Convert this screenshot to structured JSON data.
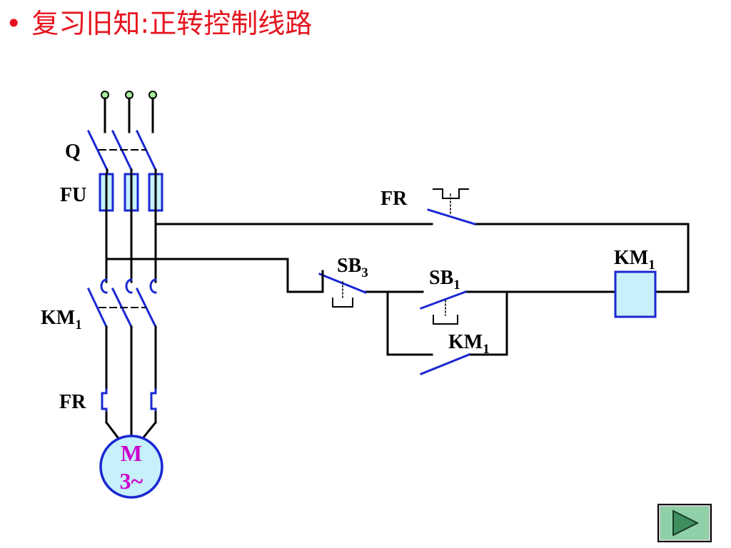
{
  "slide": {
    "bullet": "•",
    "title": "复习旧知:正转控制线路"
  },
  "diagram": {
    "labels": {
      "q": "Q",
      "fu": "FU",
      "km1_main": "KM",
      "km1_main_sub": "1",
      "fr_main": "FR",
      "fr_ctrl": "FR",
      "sb3": "SB",
      "sb3_sub": "3",
      "sb1": "SB",
      "sb1_sub": "1",
      "km1_aux": "KM",
      "km1_aux_sub": "1",
      "km1_coil": "KM",
      "km1_coil_sub": "1"
    },
    "motor": {
      "line1": "M",
      "line2": "3~"
    },
    "colors": {
      "wire": "#000000",
      "contact": "#1a28d2",
      "fill": "#c6f0fa",
      "terminal": "#a6f098",
      "motor_text": "#cc00cc",
      "title": "#e6141e"
    }
  },
  "nav": {
    "next_icon": "play-triangle-icon"
  }
}
